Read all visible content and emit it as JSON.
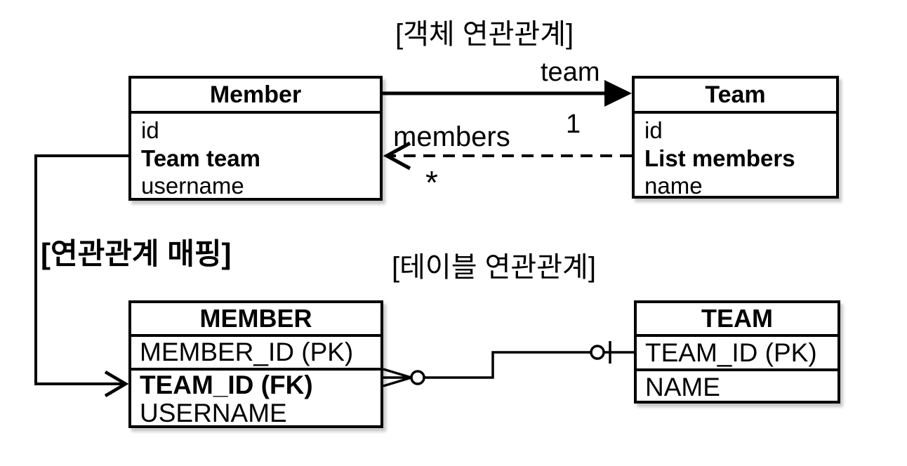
{
  "labels": {
    "object_association": "[객체 연관관계]",
    "association_mapping": "[연관관계 매핑]",
    "table_association": "[테이블 연관관계]"
  },
  "object_diagram": {
    "member_class": {
      "title": "Member",
      "fields": [
        "id",
        "Team team",
        "username"
      ]
    },
    "team_class": {
      "title": "Team",
      "fields": [
        "id",
        "List members",
        "name"
      ]
    },
    "team_reference": {
      "label": "team",
      "multiplicity": "1"
    },
    "members_reference": {
      "label": "members",
      "multiplicity": "*"
    }
  },
  "table_diagram": {
    "member_table": {
      "title": "MEMBER",
      "rows": [
        "MEMBER_ID (PK)",
        "TEAM_ID (FK)",
        "USERNAME"
      ]
    },
    "team_table": {
      "title": "TEAM",
      "rows": [
        "TEAM_ID (PK)",
        "NAME"
      ]
    }
  },
  "colors": {
    "line": "#000000",
    "background": "#ffffff",
    "text": "#000000"
  }
}
